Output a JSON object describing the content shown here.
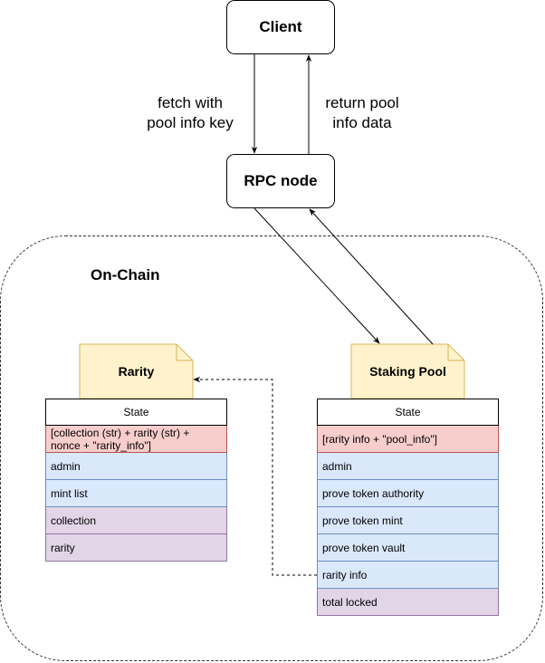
{
  "nodes": {
    "client": "Client",
    "rpc": "RPC node"
  },
  "edge_labels": {
    "fetch": [
      "fetch with",
      "pool info key"
    ],
    "return": [
      "return pool",
      "info data"
    ]
  },
  "region": {
    "label": "On-Chain"
  },
  "rarity": {
    "title": "Rarity",
    "header": "State",
    "key": "[collection (str) + rarity (str) + nonce + \"rarity_info\"]",
    "fields": [
      "admin",
      "mint list"
    ],
    "data_fields": [
      "collection",
      "rarity"
    ]
  },
  "staking_pool": {
    "title": "Staking Pool",
    "header": "State",
    "key": "[rarity info + \"pool_info\"]",
    "fields": [
      "admin",
      "prove token authority",
      "prove token mint",
      "prove token vault",
      "rarity info"
    ],
    "data_fields": [
      "total locked"
    ]
  },
  "colors": {
    "note_fill": "#fff2cc",
    "note_stroke": "#d6b656",
    "key_row": "#f8cecc",
    "field_row": "#dae8fc",
    "data_row": "#e1d5e7"
  }
}
